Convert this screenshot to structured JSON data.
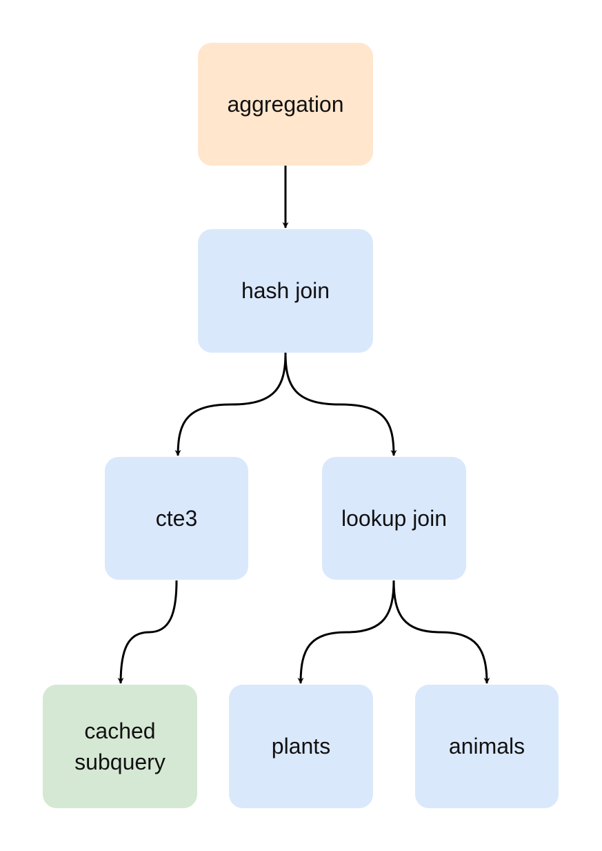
{
  "diagram": {
    "nodes": {
      "aggregation": {
        "label": "aggregation",
        "fill": "#ffe6cc"
      },
      "hash_join": {
        "label": "hash join",
        "fill": "#dae8fc"
      },
      "cte3": {
        "label": "cte3",
        "fill": "#dae8fc"
      },
      "lookup_join": {
        "label": "lookup join",
        "fill": "#dae8fc"
      },
      "cached_subquery": {
        "label": "cached subquery",
        "fill": "#d5e8d4"
      },
      "plants": {
        "label": "plants",
        "fill": "#dae8fc"
      },
      "animals": {
        "label": "animals",
        "fill": "#dae8fc"
      }
    },
    "edges": [
      {
        "from": "aggregation",
        "to": "hash_join"
      },
      {
        "from": "hash_join",
        "to": "cte3"
      },
      {
        "from": "hash_join",
        "to": "lookup_join"
      },
      {
        "from": "cte3",
        "to": "cached_subquery"
      },
      {
        "from": "lookup_join",
        "to": "plants"
      },
      {
        "from": "lookup_join",
        "to": "animals"
      }
    ],
    "edge_color": "#000000"
  }
}
